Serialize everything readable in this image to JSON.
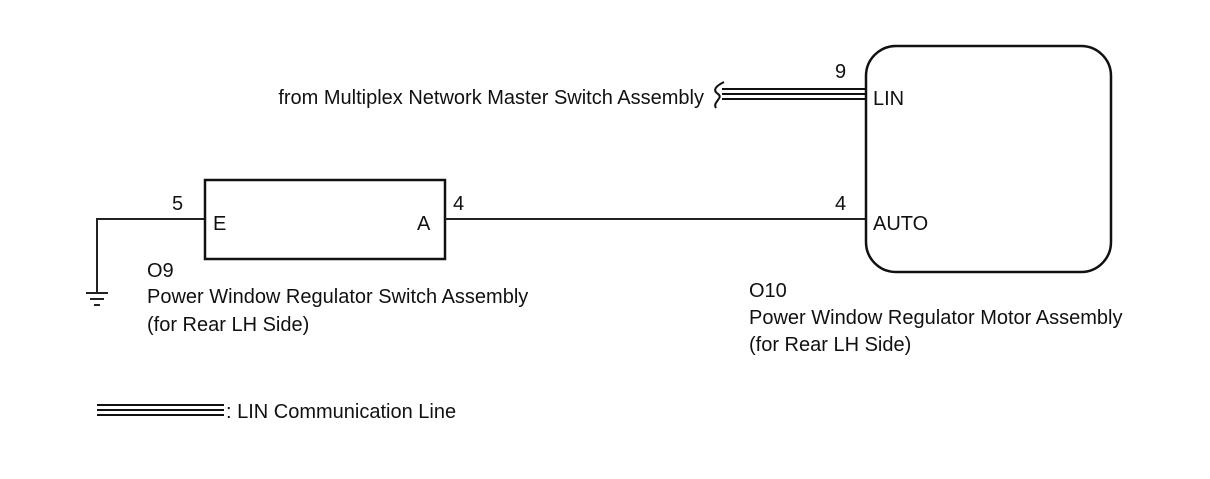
{
  "source_label": "from Multiplex Network Master Switch Assembly",
  "switch": {
    "code": "O9",
    "name": "Power Window Regulator Switch Assembly",
    "side": "(for Rear LH Side)",
    "pin_e_number": "5",
    "pin_e_label": "E",
    "pin_a_number": "4",
    "pin_a_label": "A"
  },
  "motor": {
    "code": "O10",
    "name": "Power Window Regulator Motor Assembly",
    "side": "(for Rear LH Side)",
    "pin_lin_number": "9",
    "pin_lin_label": "LIN",
    "pin_auto_number": "4",
    "pin_auto_label": "AUTO"
  },
  "legend": {
    "label": ": LIN Communication Line"
  },
  "icons": {
    "ground": "ground-icon",
    "wire_break": "wire-break-icon"
  }
}
